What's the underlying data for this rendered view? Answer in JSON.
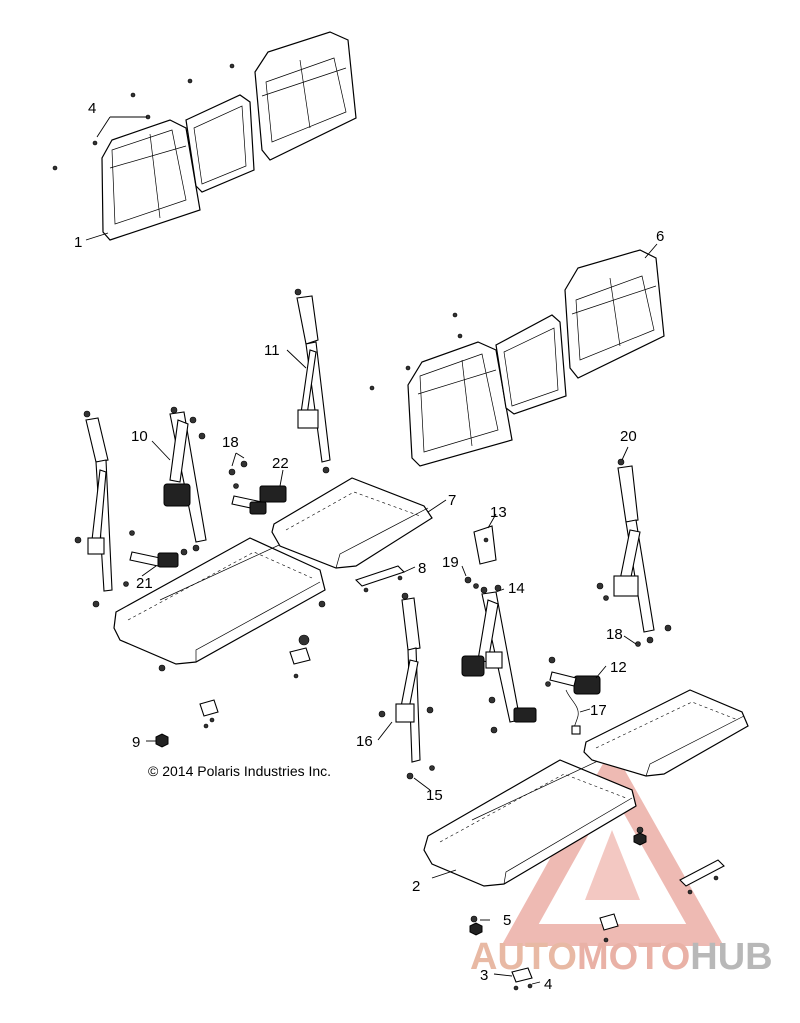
{
  "callouts": [
    {
      "id": "c1",
      "label": "1"
    },
    {
      "id": "c2",
      "label": "2"
    },
    {
      "id": "c3",
      "label": "3"
    },
    {
      "id": "c4a",
      "label": "4"
    },
    {
      "id": "c4b",
      "label": "4"
    },
    {
      "id": "c5",
      "label": "5"
    },
    {
      "id": "c6",
      "label": "6"
    },
    {
      "id": "c7",
      "label": "7"
    },
    {
      "id": "c8",
      "label": "8"
    },
    {
      "id": "c9",
      "label": "9"
    },
    {
      "id": "c10",
      "label": "10"
    },
    {
      "id": "c11",
      "label": "11"
    },
    {
      "id": "c12",
      "label": "12"
    },
    {
      "id": "c13",
      "label": "13"
    },
    {
      "id": "c14",
      "label": "14"
    },
    {
      "id": "c15",
      "label": "15"
    },
    {
      "id": "c16",
      "label": "16"
    },
    {
      "id": "c17",
      "label": "17"
    },
    {
      "id": "c18a",
      "label": "18"
    },
    {
      "id": "c18b",
      "label": "18"
    },
    {
      "id": "c19",
      "label": "19"
    },
    {
      "id": "c20",
      "label": "20"
    },
    {
      "id": "c21",
      "label": "21"
    },
    {
      "id": "c22",
      "label": "22"
    }
  ],
  "copyright": "© 2014 Polaris Industries Inc.",
  "watermark": {
    "part1": "AUTO",
    "part2": "MOTO",
    "part3": "HUB",
    "colors": {
      "auto": "#e8b9a4",
      "moto": "#e9b1a6",
      "hub": "#b8b8b8",
      "triangle": "#e9a39a"
    }
  }
}
